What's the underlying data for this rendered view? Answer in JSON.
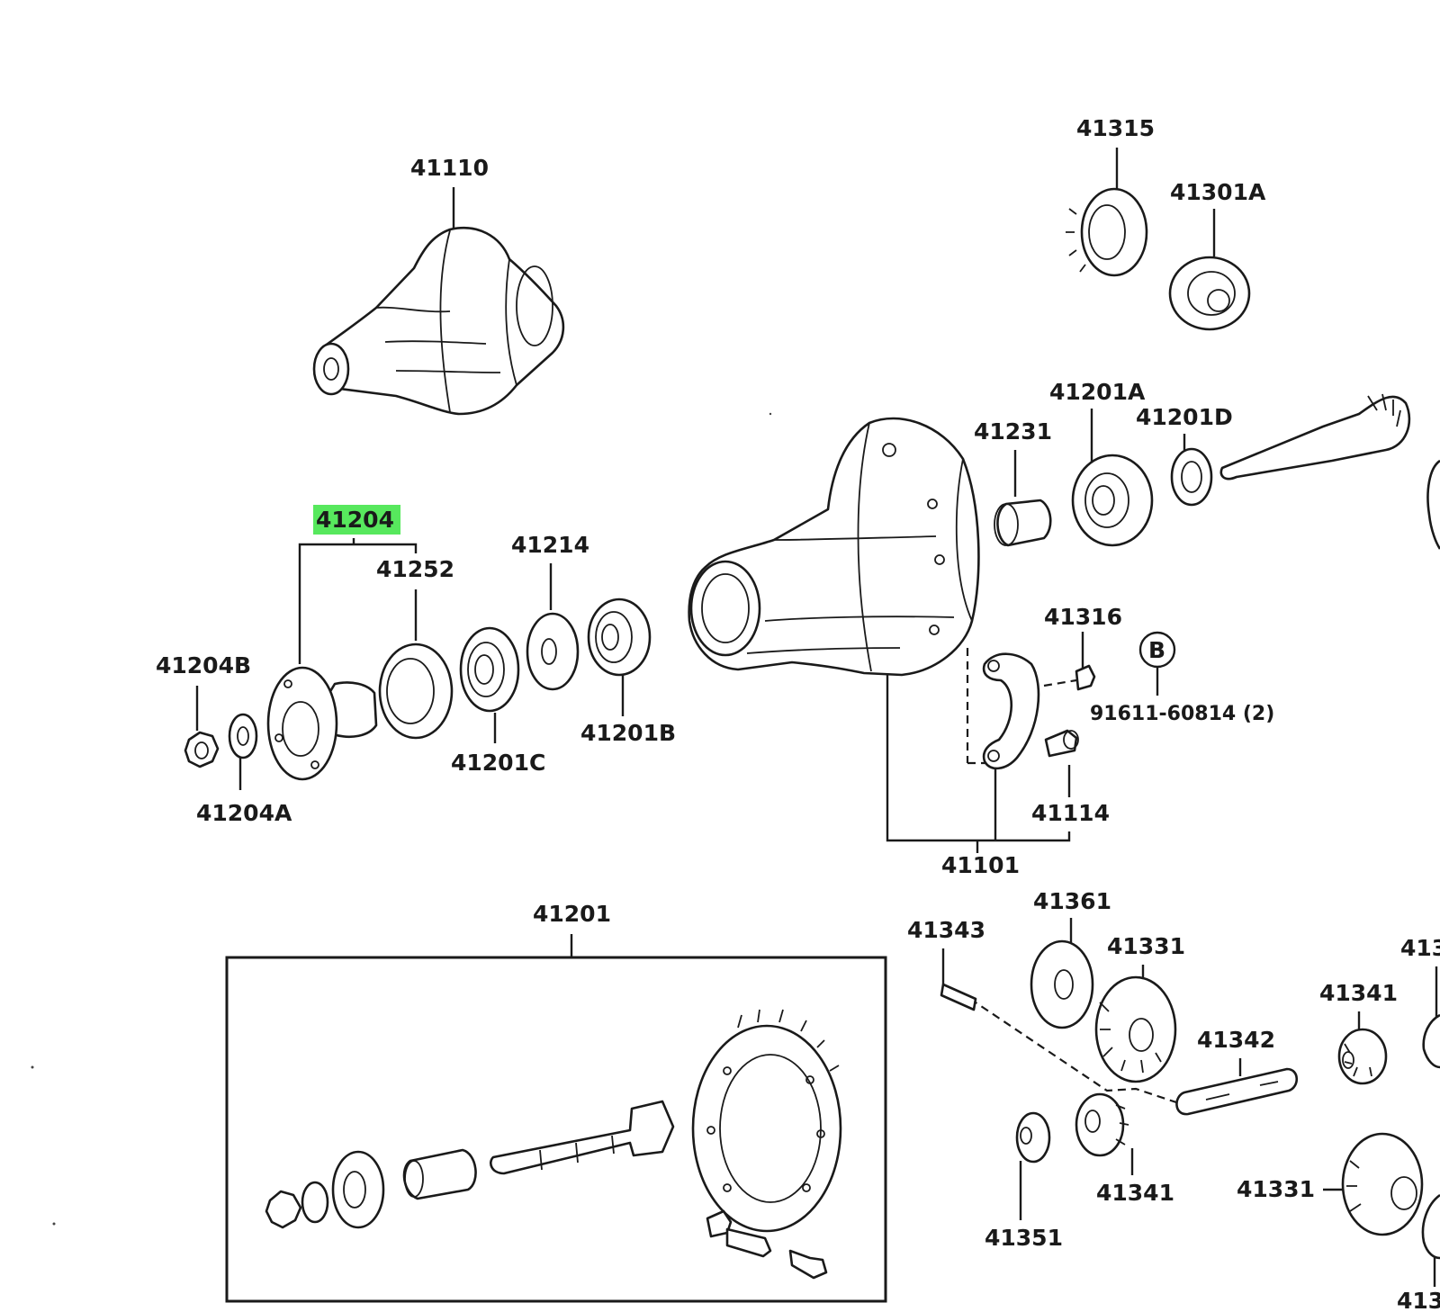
{
  "highlight_color": "#57e85d",
  "labels": {
    "l41110": "41110",
    "l41315": "41315",
    "l41301A": "41301A",
    "l41201A": "41201A",
    "l41231": "41231",
    "l41201D": "41201D",
    "l41204": "41204",
    "l41252": "41252",
    "l41214": "41214",
    "l41204B": "41204B",
    "l41201C": "41201C",
    "l41201B": "41201B",
    "l41204A": "41204A",
    "l41316": "41316",
    "lB": "B",
    "l91611": "91611-60814 (2)",
    "l41114": "41114",
    "l41101": "41101",
    "l41201": "41201",
    "l41343": "41343",
    "l41361": "41361",
    "l41331a": "41331",
    "l41341a": "41341",
    "l41342": "41342",
    "l41341b": "41341",
    "l41351": "41351",
    "l41331b": "41331",
    "l413cut1": "413",
    "l413cut2": "413"
  }
}
